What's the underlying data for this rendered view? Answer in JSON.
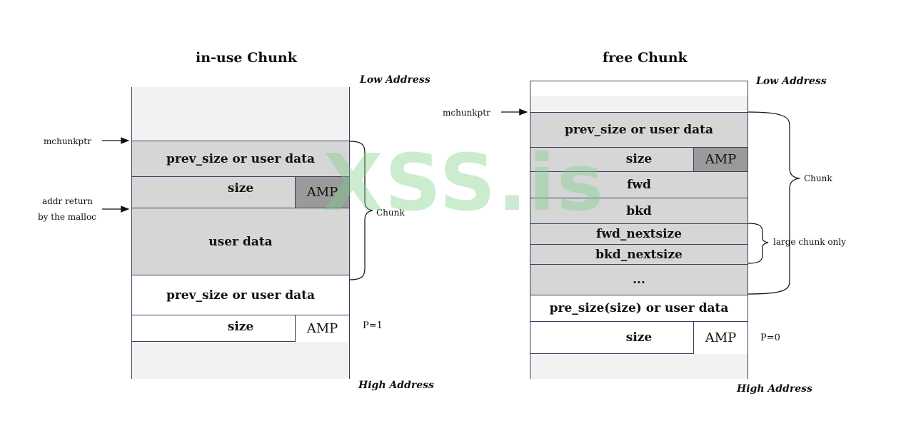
{
  "watermark": "XSS.is",
  "left": {
    "title": "in-use Chunk",
    "low_address": "Low Address",
    "high_address": "High Address",
    "mchunkptr": "mchunkptr",
    "addr_return": [
      "addr return",
      "by the malloc"
    ],
    "chunk_label": "Chunk",
    "p_flag": "P=1",
    "rows": {
      "prev_size": "prev_size or user data",
      "size": "size",
      "amp": "AMP",
      "user_data": "user data",
      "next_prev_size": "prev_size or user data",
      "next_size": "size",
      "next_amp": "AMP"
    }
  },
  "right": {
    "title": "free Chunk",
    "low_address": "Low Address",
    "high_address": "High Address",
    "mchunkptr": "mchunkptr",
    "chunk_label": "Chunk",
    "large_chunk_label": "large chunk only",
    "p_flag": "P=0",
    "rows": {
      "prev_size": "prev_size or user data",
      "size": "size",
      "amp": "AMP",
      "fwd": "fwd",
      "bkd": "bkd",
      "fwd_nextsize": "fwd_nextsize",
      "bkd_nextsize": "bkd_nextsize",
      "ellipsis": "...",
      "next_prev_size": "pre_size(size) or user data",
      "next_size": "size",
      "next_amp": "AMP"
    }
  },
  "colors": {
    "used_fill": "#d6d6d6",
    "blank_fill": "#f2f2f2",
    "amp_dark": "#9a9a9a",
    "border": "#3c3f5c",
    "watermark": "#7fd08a"
  }
}
